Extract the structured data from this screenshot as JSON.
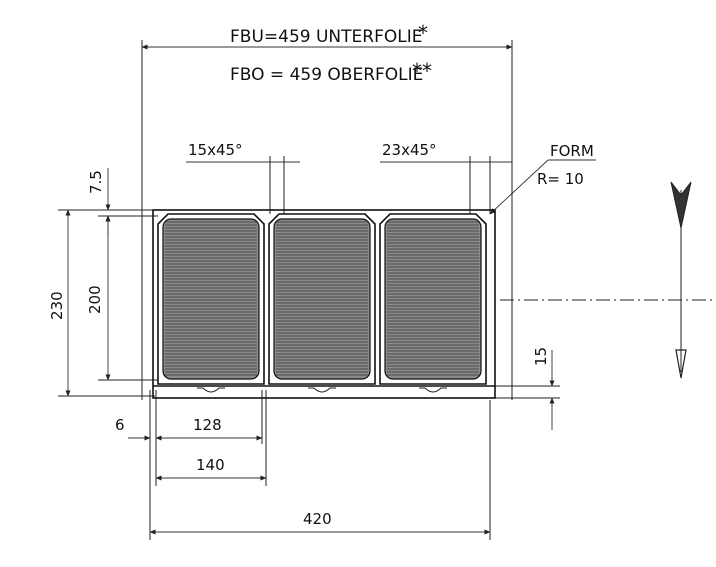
{
  "notes": {
    "fbu": "FBU=459 UNTERFOLIE",
    "fbu_mark": "*",
    "fbo": "FBO = 459 OBERFOLIE",
    "fbo_mark": "**"
  },
  "callouts": {
    "chamfer_small": "15x45°",
    "chamfer_large": "23x45°",
    "form": "FORM",
    "radius": "R= 10"
  },
  "dimensions": {
    "top_offset": "7.5",
    "total_height": "230",
    "cavity_height": "200",
    "bottom_margin": "15",
    "left_margin": "6",
    "cavity_width": "128",
    "pitch": "140",
    "total_width": "420"
  },
  "layout": {
    "cavity_count": 3
  }
}
